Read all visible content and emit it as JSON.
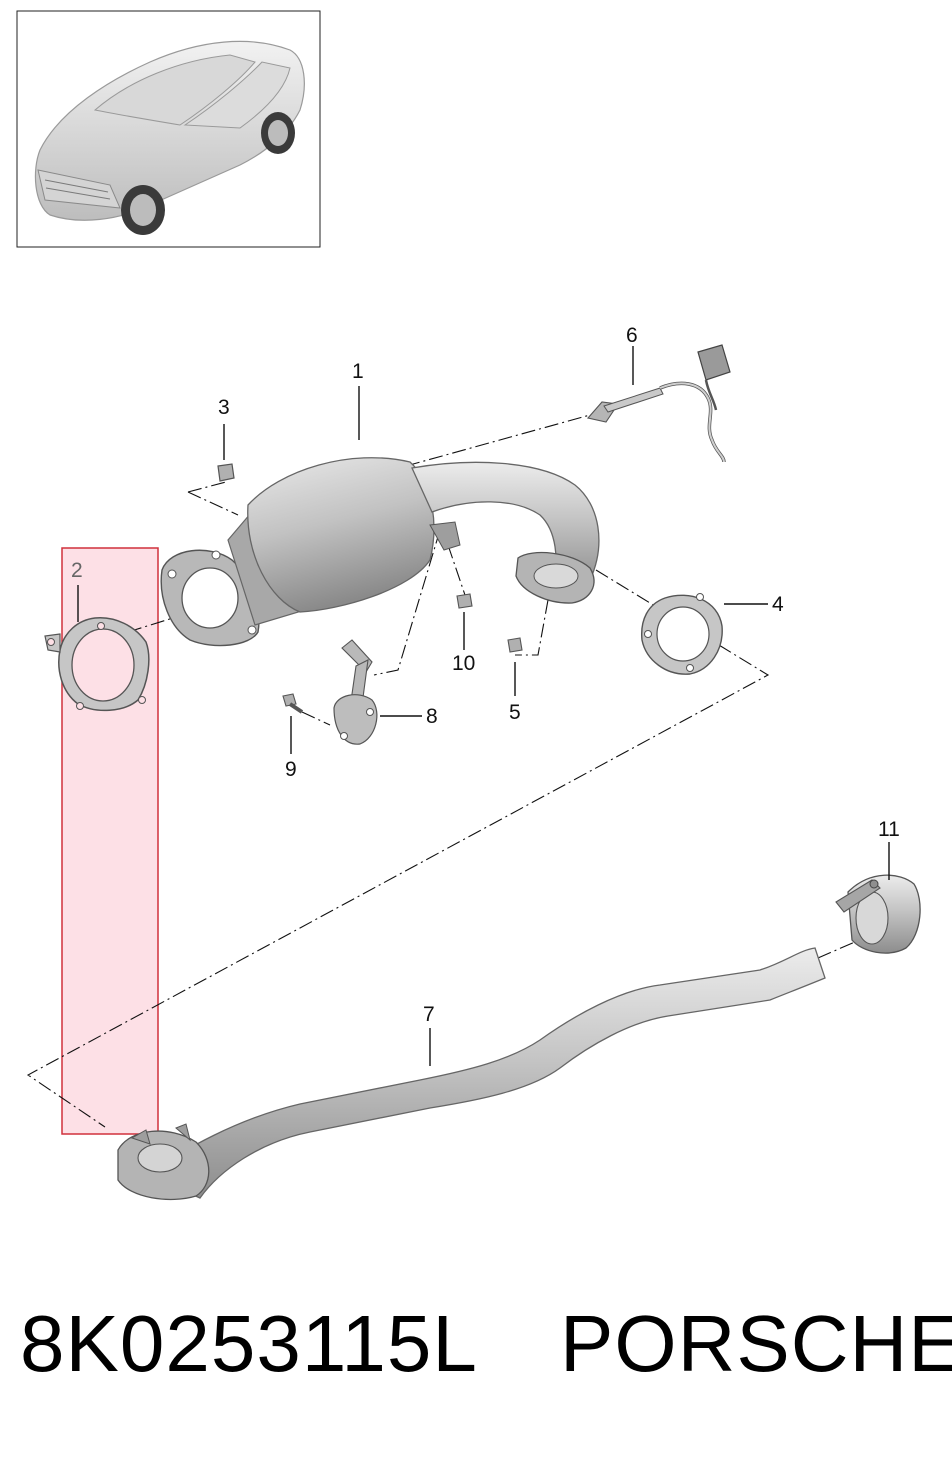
{
  "callouts": {
    "c1": "1",
    "c2": "2",
    "c3": "3",
    "c4": "4",
    "c5": "5",
    "c6": "6",
    "c7": "7",
    "c8": "8",
    "c9": "9",
    "c10": "10",
    "c11": "11"
  },
  "footer": {
    "part_number": "8K0253115L",
    "brand": "PORSCHE"
  },
  "icons": {
    "vehicle": "suv-thumbnail-icon"
  },
  "colors": {
    "highlight_fill": "#fde0e6",
    "highlight_border": "#d0303c",
    "part_fill": "#c9c9c9",
    "part_shade": "#9b9b9b"
  }
}
